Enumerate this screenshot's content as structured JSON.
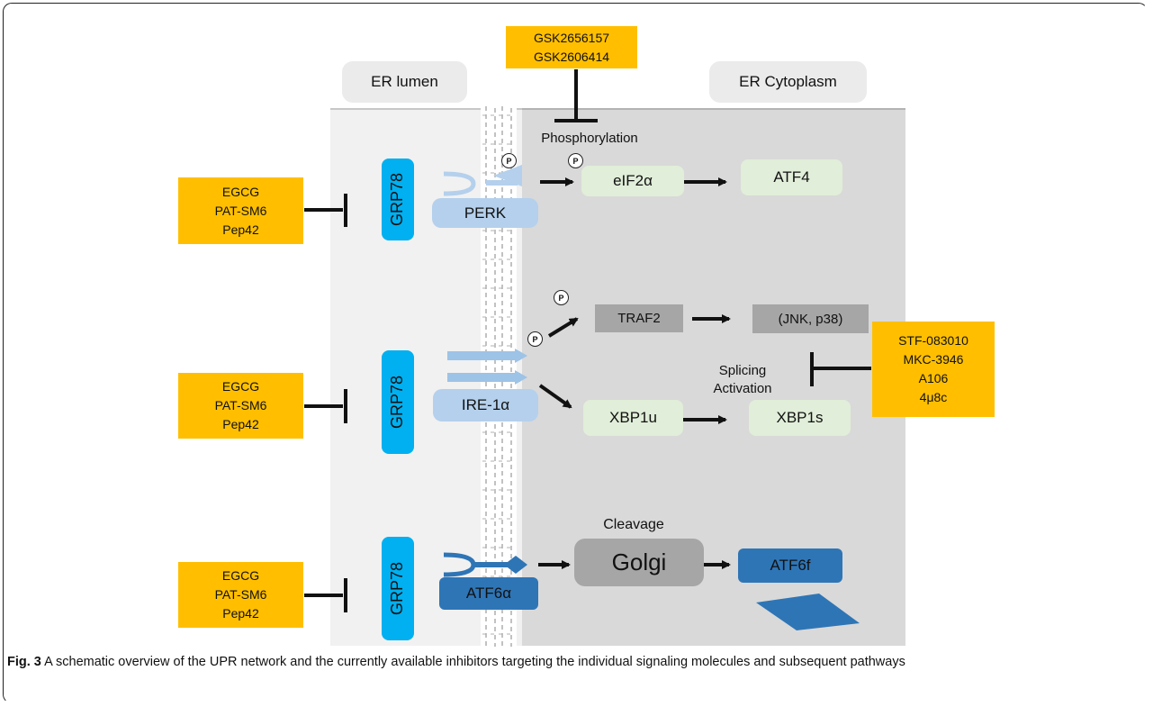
{
  "regions": {
    "er_lumen": "ER lumen",
    "er_cytoplasm": "ER Cytoplasm"
  },
  "inhibitors": {
    "perk_phosphorylation": [
      "GSK2656157",
      "GSK2606414"
    ],
    "grp78_top": [
      "EGCG",
      "PAT-SM6",
      "Pep42"
    ],
    "grp78_middle": [
      "EGCG",
      "PAT-SM6",
      "Pep42"
    ],
    "grp78_bottom": [
      "EGCG",
      "PAT-SM6",
      "Pep42"
    ],
    "ire1_splicing": [
      "STF-083010",
      "MKC-3946",
      "A106",
      "4μ8c"
    ]
  },
  "nodes": {
    "grp78": "GRP78",
    "perk": "PERK",
    "eif2a": "eIF2α",
    "atf4": "ATF4",
    "ire1a": "IRE-1α",
    "traf2": "TRAF2",
    "jnk_p38": "(JNK, p38)",
    "xbp1u": "XBP1u",
    "xbp1s": "XBP1s",
    "atf6a": "ATF6α",
    "golgi": "Golgi",
    "atf6f": "ATF6f"
  },
  "labels": {
    "phosphorylation": "Phosphorylation",
    "splicing_activation": [
      "Splicing",
      "Activation"
    ],
    "cleavage": "Cleavage",
    "p_badge": "P"
  },
  "caption": {
    "prefix": "Fig. 3",
    "text": "A schematic overview of the UPR network and the currently available inhibitors targeting the individual signaling molecules and subsequent pathways"
  },
  "colors": {
    "inhibitor_box": "#ffbf00",
    "grp78": "#00b0f0",
    "perk_ire1": "#b4d0ec",
    "pathway_node": "#e1eed9",
    "atf6": "#2e75b6",
    "golgi": "#a6a6a6",
    "er_lumen_bg": "#f1f1f1",
    "er_cytoplasm_bg": "#d9d9d9"
  }
}
